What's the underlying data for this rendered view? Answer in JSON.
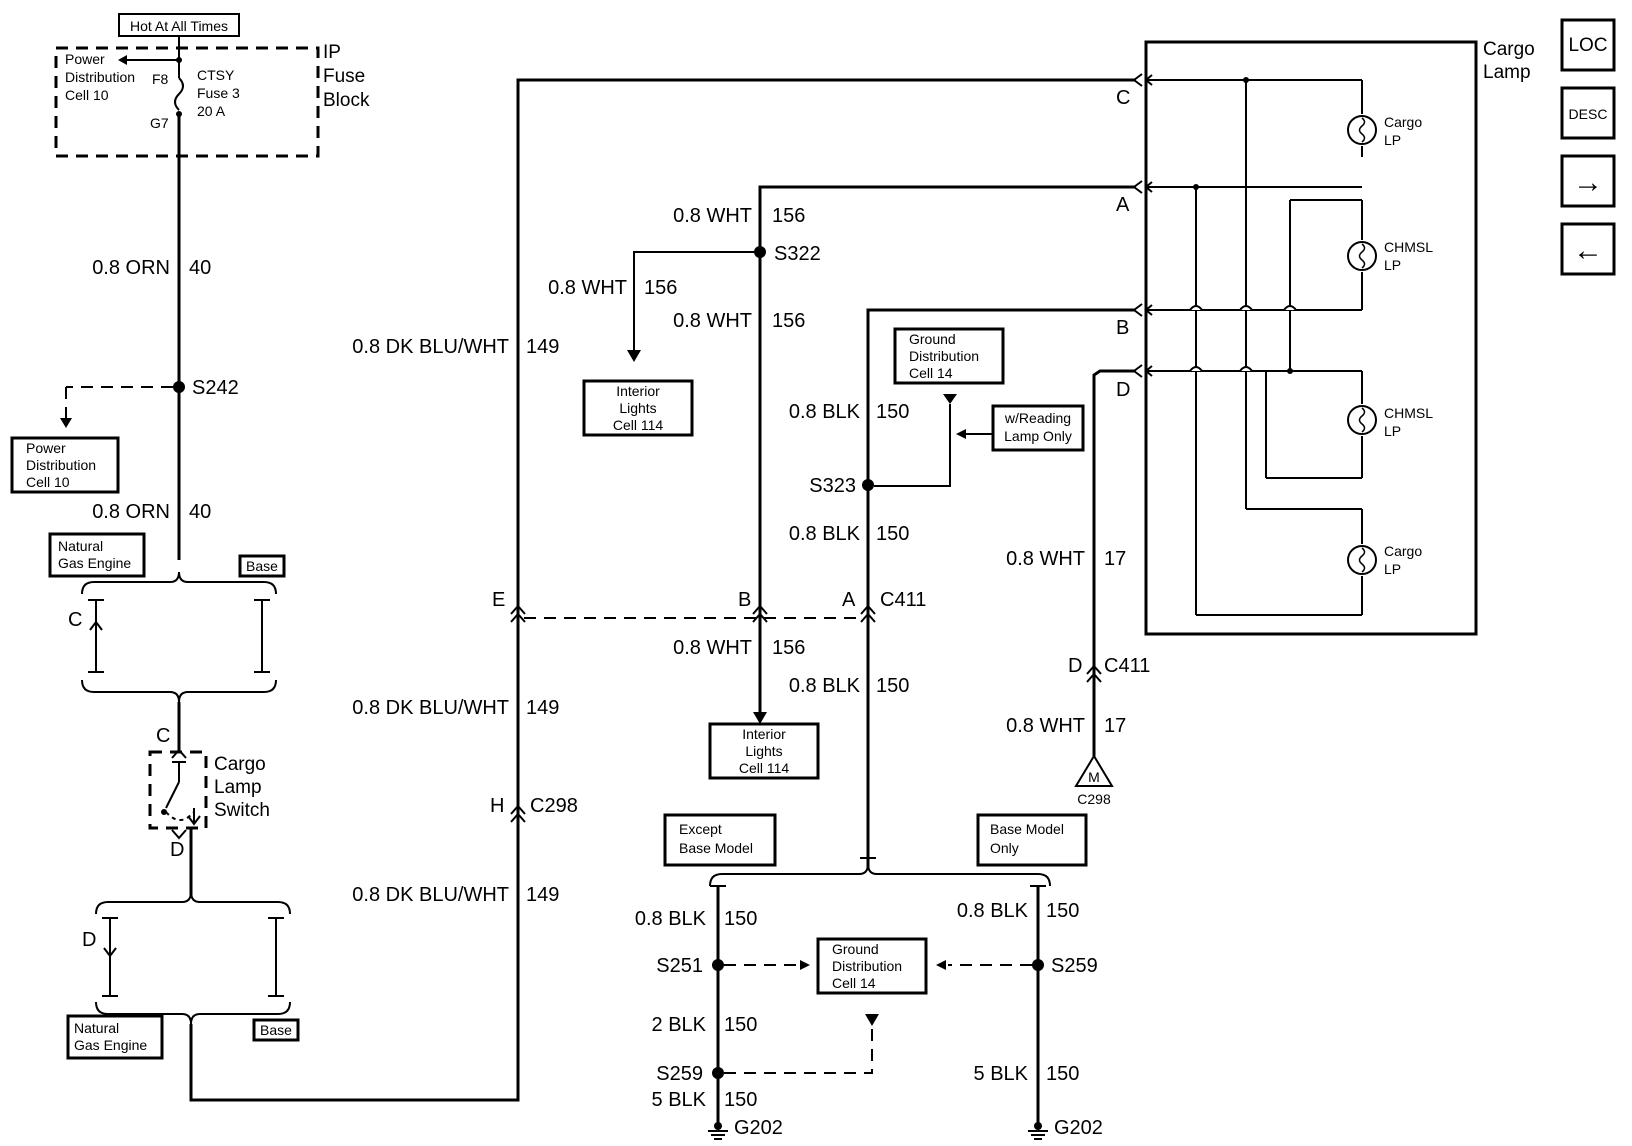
{
  "header": {
    "hot_at_all_times": "Hot At All Times"
  },
  "fuse_block": {
    "title": [
      "IP",
      "Fuse",
      "Block"
    ],
    "power_dist": [
      "Power",
      "Distribution",
      "Cell 10"
    ],
    "terminal_top": "F8",
    "terminal_bottom": "G7",
    "fuse": [
      "CTSY",
      "Fuse 3",
      "20 A"
    ]
  },
  "nav": {
    "loc": "LOC",
    "desc": "DESC",
    "next": "→",
    "prev": "←"
  },
  "cargo_lamp_title": [
    "Cargo",
    "Lamp"
  ],
  "lamps": [
    {
      "line1": "Cargo",
      "line2": "LP"
    },
    {
      "line1": "CHMSL",
      "line2": "LP"
    },
    {
      "line1": "CHMSL",
      "line2": "LP"
    },
    {
      "line1": "Cargo",
      "line2": "LP"
    }
  ],
  "lamp_pins": [
    "C",
    "A",
    "B",
    "D"
  ],
  "left_circuit": {
    "wire1_gauge": "0.8 ORN",
    "wire1_num": "40",
    "splice": "S242",
    "power_dist_ref": [
      "Power",
      "Distribution",
      "Cell 10"
    ],
    "wire2_gauge": "0.8 ORN",
    "wire2_num": "40",
    "opt1": [
      "Natural",
      "Gas Engine"
    ],
    "opt1_base": "Base",
    "pin_c_upper": "C",
    "pin_c_lower": "C",
    "switch": [
      "Cargo",
      "Lamp",
      "Switch"
    ],
    "pin_d_upper": "D",
    "pin_d_lower": "D",
    "opt2": [
      "Natural",
      "Gas Engine"
    ],
    "opt2_base": "Base"
  },
  "blu_circuit": {
    "labels": [
      {
        "gauge": "0.8 DK BLU/WHT",
        "num": "149"
      },
      {
        "gauge": "0.8 DK BLU/WHT",
        "num": "149"
      },
      {
        "gauge": "0.8 DK BLU/WHT",
        "num": "149"
      }
    ],
    "pin_e": "E",
    "pin_h": "H",
    "conn_c298": "C298"
  },
  "wht_circuit": {
    "top_gauge": "0.8 WHT",
    "top_num": "156",
    "splice": "S322",
    "branch_gauge": "0.8 WHT",
    "branch_num": "156",
    "mid_gauge": "0.8 WHT",
    "mid_num": "156",
    "interior1": [
      "Interior",
      "Lights",
      "Cell 114"
    ],
    "pin_b": "B",
    "lower_gauge": "0.8 WHT",
    "lower_num": "156",
    "interior2": [
      "Interior",
      "Lights",
      "Cell 114"
    ]
  },
  "blk_circuit": {
    "ground_dist_top": [
      "Ground",
      "Distribution",
      "Cell 14"
    ],
    "reading": [
      "w/Reading",
      "Lamp Only"
    ],
    "upper_gauge": "0.8 BLK",
    "upper_num": "150",
    "splice": "S323",
    "mid_gauge": "0.8 BLK",
    "mid_num": "150",
    "pin_a": "A",
    "conn_c411": "C411",
    "lower_gauge": "0.8 BLK",
    "lower_num": "150",
    "except_base": [
      "Except",
      "Base Model"
    ],
    "base_only": [
      "Base Model",
      "Only"
    ]
  },
  "d_circuit": {
    "upper_gauge": "0.8 WHT",
    "upper_num": "17",
    "pin_d": "D",
    "conn_c411": "C411",
    "lower_gauge": "0.8 WHT",
    "lower_num": "17",
    "marker_m": "M",
    "conn_c298": "C298"
  },
  "grounds": {
    "left": [
      {
        "gauge": "0.8 BLK",
        "num": "150"
      },
      {
        "gauge": "2 BLK",
        "num": "150"
      },
      {
        "gauge": "5 BLK",
        "num": "150"
      }
    ],
    "left_splice_top": "S251",
    "left_splice_bottom": "S259",
    "center_box": [
      "Ground",
      "Distribution",
      "Cell 14"
    ],
    "right": [
      {
        "gauge": "0.8 BLK",
        "num": "150"
      },
      {
        "gauge": "5 BLK",
        "num": "150"
      }
    ],
    "right_splice": "S259",
    "g202_left": "G202",
    "g202_right": "G202"
  }
}
